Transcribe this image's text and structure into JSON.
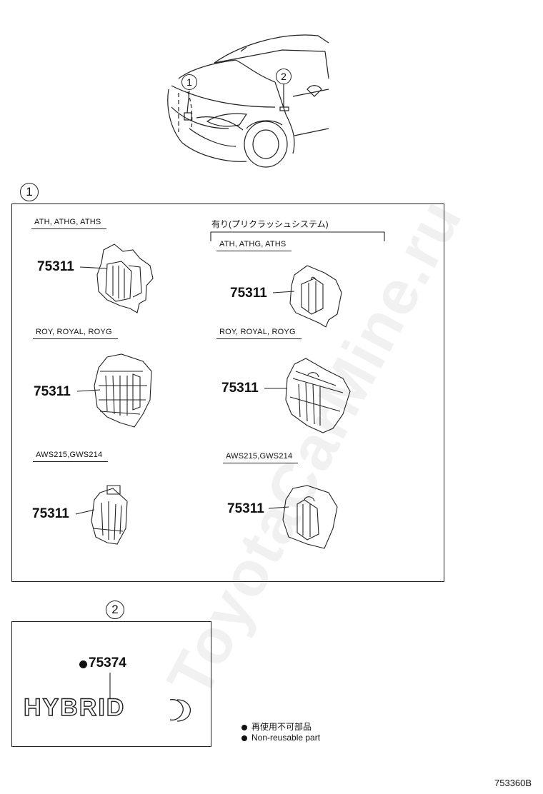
{
  "watermark": "ToyotaCarMine.ru",
  "overview": {
    "callout_1": "1",
    "callout_2": "2"
  },
  "section1": {
    "marker": "①",
    "left": {
      "group1_label": "ATH, ATHG, ATHS",
      "group1_part": "75311",
      "group2_label": "ROY, ROYAL, ROYG",
      "group2_part": "75311",
      "group3_label": "AWS215,GWS214",
      "group3_part": "75311"
    },
    "right": {
      "bracket_label": "有り(プリクラッシュシステム)",
      "group1_label": "ATH, ATHG, ATHS",
      "group1_part": "75311",
      "group2_label": "ROY, ROYAL, ROYG",
      "group2_part": "75311",
      "group3_label": "AWS215,GWS214",
      "group3_part": "75311"
    }
  },
  "section2": {
    "marker": "②",
    "part": "75374",
    "emblem_text": "HYBRID"
  },
  "legend": {
    "line_jp": "再使用不可部品",
    "line_en": "Non-reusable part"
  },
  "figure_id": "753360B"
}
